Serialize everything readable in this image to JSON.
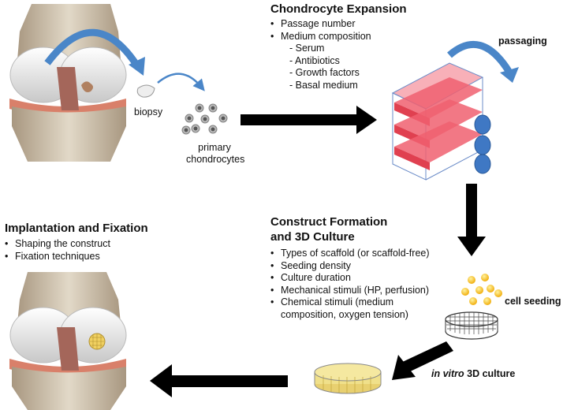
{
  "expansion": {
    "title": "Chondrocyte Expansion",
    "bullets": [
      "Passage number",
      "Medium composition"
    ],
    "sub_items": [
      "Serum",
      "Antibiotics",
      "Growth factors",
      "Basal medium"
    ]
  },
  "implantation": {
    "title": "Implantation and Fixation",
    "bullets": [
      "Shaping the construct",
      "Fixation techniques"
    ]
  },
  "construct": {
    "title_line1": "Construct Formation",
    "title_line2": "and 3D Culture",
    "bullets": [
      "Types of scaffold (or scaffold-free)",
      "Seeding density",
      "Culture duration",
      "Mechanical stimuli (HP, perfusion)",
      "Chemical stimuli (medium composition, oxygen tension)"
    ],
    "bullet5_line1": "Chemical stimuli (medium",
    "bullet5_line2": "composition, oxygen tension)"
  },
  "labels": {
    "biopsy": "biopsy",
    "primary_line1": "primary",
    "primary_line2": "chondrocytes",
    "passaging": "passaging",
    "cell_seeding": "cell seeding",
    "in_vitro_italic": "in vitro",
    "in_vitro_rest": " 3D culture"
  },
  "colors": {
    "bone": "#d9d2c4",
    "cartilage": "#eeeeee",
    "meniscus": "#d9806a",
    "ligament": "#a4665a",
    "flask": "#f06070",
    "blue_arrow": "#4a86c8",
    "cell": "#f4b400",
    "scaffold": "#f0e08a"
  }
}
